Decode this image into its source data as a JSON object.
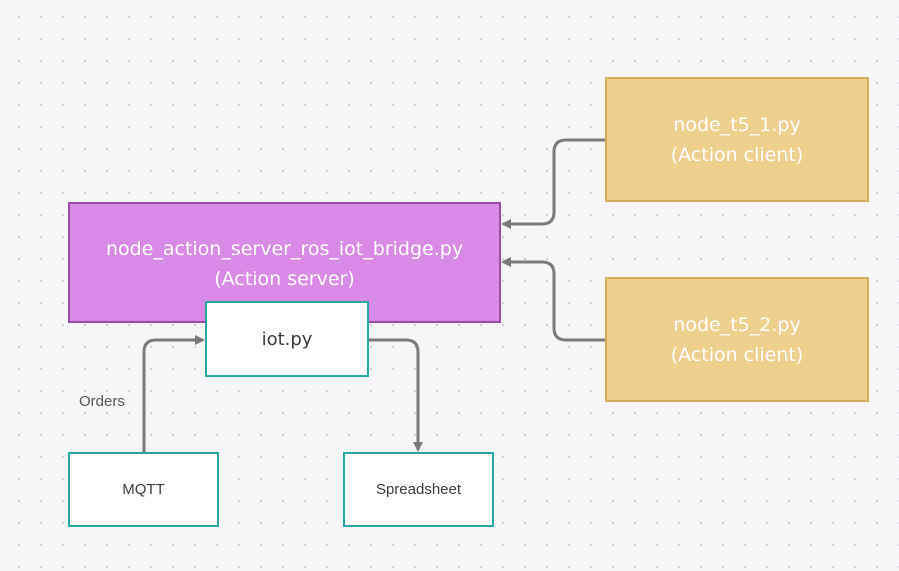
{
  "diagram": {
    "server": {
      "line1": "node_action_server_ros_iot_bridge.py",
      "line2": "(Action server)"
    },
    "client1": {
      "line1": "node_t5_1.py",
      "line2": "(Action client)"
    },
    "client2": {
      "line1": "node_t5_2.py",
      "line2": "(Action client)"
    },
    "iot": {
      "label": "iot.py"
    },
    "mqtt": {
      "label": "MQTT"
    },
    "spreadsheet": {
      "label": "Spreadsheet"
    },
    "edge_label_orders": "Orders",
    "colors": {
      "server_fill": "#d98ae6",
      "server_border": "#9b4aa8",
      "client_fill": "#efcf8d",
      "client_border": "#d6ad5a",
      "teal_border": "#27a8a6",
      "connector": "#7a7a7a"
    },
    "edges": [
      {
        "from": "client1",
        "to": "server"
      },
      {
        "from": "client2",
        "to": "server"
      },
      {
        "from": "mqtt",
        "to": "iot",
        "label": "Orders"
      },
      {
        "from": "iot",
        "to": "spreadsheet"
      }
    ]
  }
}
